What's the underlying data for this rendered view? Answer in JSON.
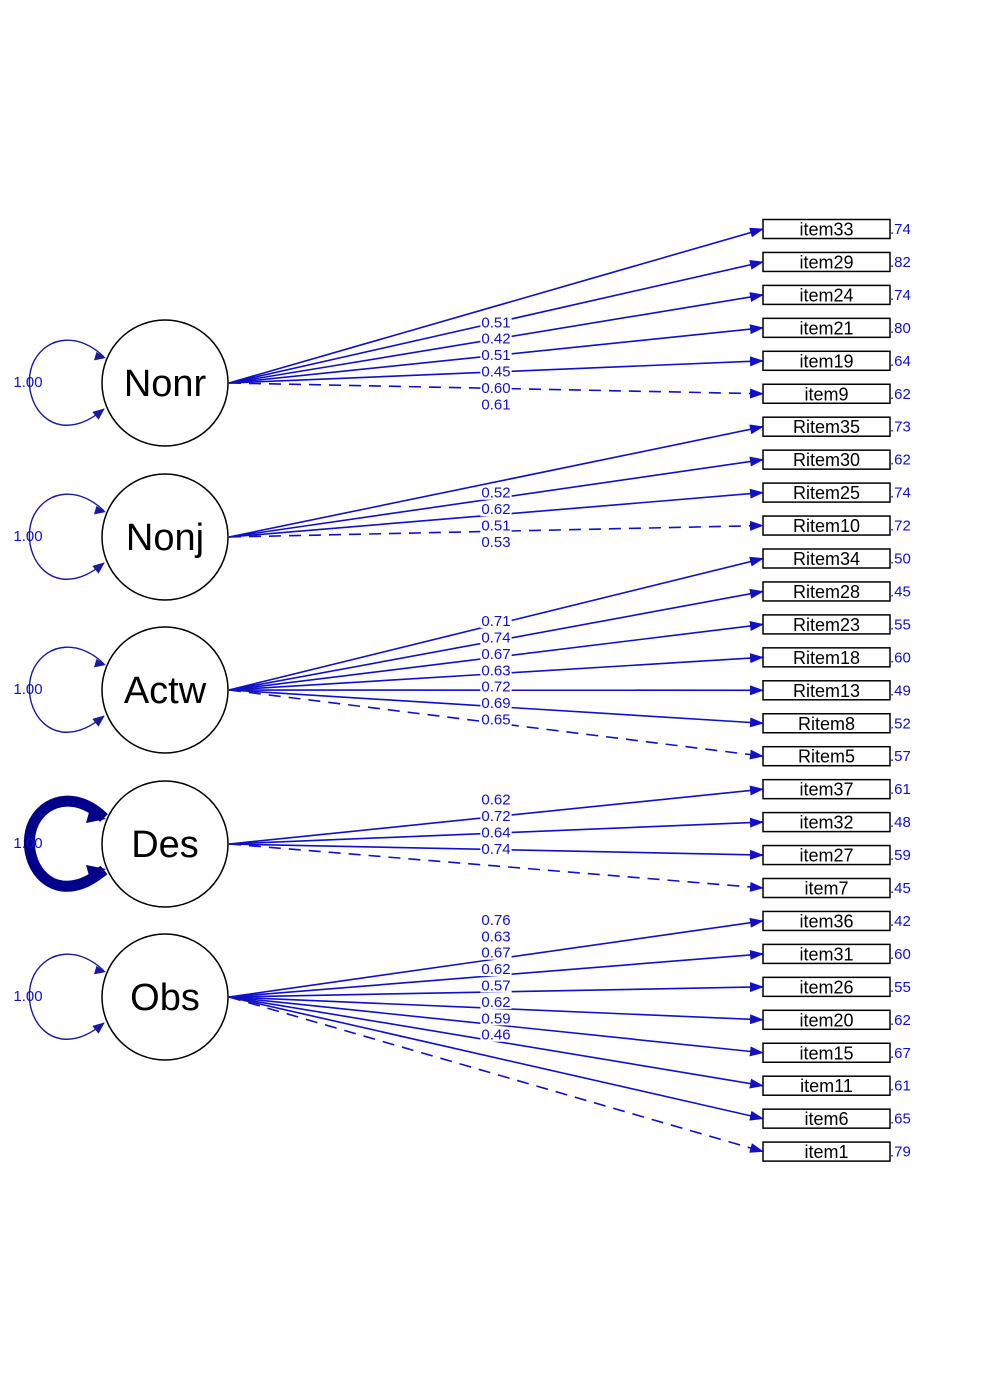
{
  "factors": [
    {
      "name": "Nonr",
      "variance_label": "1.00",
      "indicators": [
        {
          "item": "item33",
          "loading": "0.51",
          "residual": ".74",
          "fixed": false
        },
        {
          "item": "item29",
          "loading": "0.42",
          "residual": ".82",
          "fixed": false
        },
        {
          "item": "item24",
          "loading": "0.51",
          "residual": ".74",
          "fixed": false
        },
        {
          "item": "item21",
          "loading": "0.45",
          "residual": ".80",
          "fixed": false
        },
        {
          "item": "item19",
          "loading": "0.60",
          "residual": ".64",
          "fixed": false
        },
        {
          "item": "item9",
          "loading": "0.61",
          "residual": ".62",
          "fixed": true
        }
      ]
    },
    {
      "name": "Nonj",
      "variance_label": "1.00",
      "indicators": [
        {
          "item": "Ritem35",
          "loading": "0.52",
          "residual": ".73",
          "fixed": false
        },
        {
          "item": "Ritem30",
          "loading": "0.62",
          "residual": ".62",
          "fixed": false
        },
        {
          "item": "Ritem25",
          "loading": "0.51",
          "residual": ".74",
          "fixed": false
        },
        {
          "item": "Ritem10",
          "loading": "0.53",
          "residual": ".72",
          "fixed": true
        }
      ]
    },
    {
      "name": "Actw",
      "variance_label": "1.00",
      "indicators": [
        {
          "item": "Ritem34",
          "loading": "0.71",
          "residual": ".50",
          "fixed": false
        },
        {
          "item": "Ritem28",
          "loading": "0.74",
          "residual": ".45",
          "fixed": false
        },
        {
          "item": "Ritem23",
          "loading": "0.67",
          "residual": ".55",
          "fixed": false
        },
        {
          "item": "Ritem18",
          "loading": "0.63",
          "residual": ".60",
          "fixed": false
        },
        {
          "item": "Ritem13",
          "loading": "0.72",
          "residual": ".49",
          "fixed": false
        },
        {
          "item": "Ritem8",
          "loading": "0.69",
          "residual": ".52",
          "fixed": false
        },
        {
          "item": "Ritem5",
          "loading": "0.65",
          "residual": ".57",
          "fixed": true
        }
      ]
    },
    {
      "name": "Des",
      "variance_label": "1.00",
      "indicators": [
        {
          "item": "item37",
          "loading": "0.62",
          "residual": ".61",
          "fixed": false
        },
        {
          "item": "item32",
          "loading": "0.72",
          "residual": ".48",
          "fixed": false
        },
        {
          "item": "item27",
          "loading": "0.64",
          "residual": ".59",
          "fixed": false
        },
        {
          "item": "item7",
          "loading": "0.74",
          "residual": ".45",
          "fixed": true
        }
      ]
    },
    {
      "name": "Obs",
      "variance_label": "1.00",
      "indicators": [
        {
          "item": "item36",
          "loading": "0.76",
          "residual": ".42",
          "fixed": false
        },
        {
          "item": "item31",
          "loading": "0.63",
          "residual": ".60",
          "fixed": false
        },
        {
          "item": "item26",
          "loading": "0.67",
          "residual": ".55",
          "fixed": false
        },
        {
          "item": "item20",
          "loading": "0.62",
          "residual": ".62",
          "fixed": false
        },
        {
          "item": "item15",
          "loading": "0.57",
          "residual": ".67",
          "fixed": false
        },
        {
          "item": "item11",
          "loading": "0.62",
          "residual": ".61",
          "fixed": false
        },
        {
          "item": "item6",
          "loading": "0.59",
          "residual": ".65",
          "fixed": false
        },
        {
          "item": "item1",
          "loading": "0.46",
          "residual": ".79",
          "fixed": true
        }
      ]
    }
  ],
  "colors": {
    "path": "#1010c8",
    "variance_loop": "#1a1aa0",
    "variance_loop_heavy": "#00008b",
    "node_stroke": "#000000"
  },
  "emphasized_variance_factor": "Des"
}
